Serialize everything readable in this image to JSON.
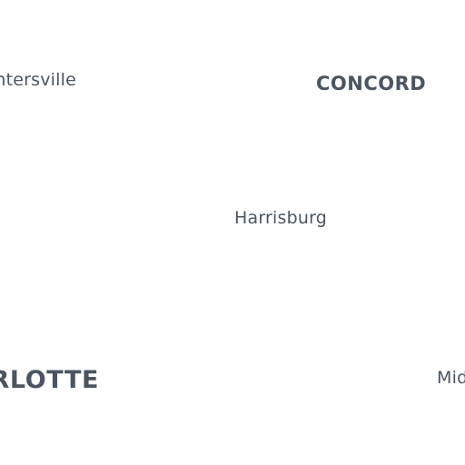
{
  "map": {
    "labels": [
      {
        "name": "huntersville",
        "text": "ntersville"
      },
      {
        "name": "concord",
        "text": "CONCORD"
      },
      {
        "name": "harrisburg",
        "text": "Harrisburg"
      },
      {
        "name": "charlotte",
        "text": "RLOTTE"
      },
      {
        "name": "mid",
        "text": "Mid"
      }
    ],
    "label_color": "#4a5561",
    "background_color": "#ffffff"
  }
}
